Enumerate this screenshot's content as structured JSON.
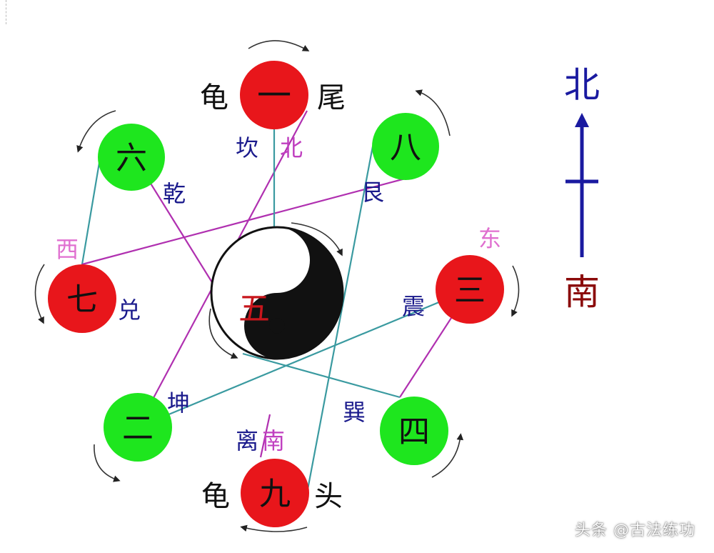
{
  "nodes": {
    "n1": {
      "label": "一",
      "color": "#e8161b"
    },
    "n2": {
      "label": "二",
      "color": "#1ee61e"
    },
    "n3": {
      "label": "三",
      "color": "#e8161b"
    },
    "n4": {
      "label": "四",
      "color": "#1ee61e"
    },
    "n5": {
      "label": "五",
      "color": "#c8161c"
    },
    "n6": {
      "label": "六",
      "color": "#1ee61e"
    },
    "n7": {
      "label": "七",
      "color": "#e8161b"
    },
    "n8": {
      "label": "八",
      "color": "#1ee61e"
    },
    "n9": {
      "label": "九",
      "color": "#e8161b"
    }
  },
  "trigrams": {
    "kan": "坎",
    "qian": "乾",
    "gen": "艮",
    "dui": "兑",
    "zhen": "震",
    "kun": "坤",
    "xun": "巽",
    "li": "离"
  },
  "directions": {
    "north_pink": "北",
    "south_pink": "南",
    "west": "西",
    "east": "东"
  },
  "turtle": {
    "top_left": "龟",
    "top_right": "尾",
    "bottom_left": "龟",
    "bottom_right": "头"
  },
  "compass": {
    "north": "北",
    "south": "南"
  },
  "watermark": "头条 @古法练功",
  "colors": {
    "red_node": "#e8161b",
    "green_node": "#1ee61e",
    "navy_text": "#1a1a8c",
    "pink_text": "#c040c0",
    "teal_line": "#3a9aa0",
    "magenta_line": "#b030b0",
    "compass_blue": "#1a1aa0",
    "compass_red": "#8b0a0a"
  }
}
